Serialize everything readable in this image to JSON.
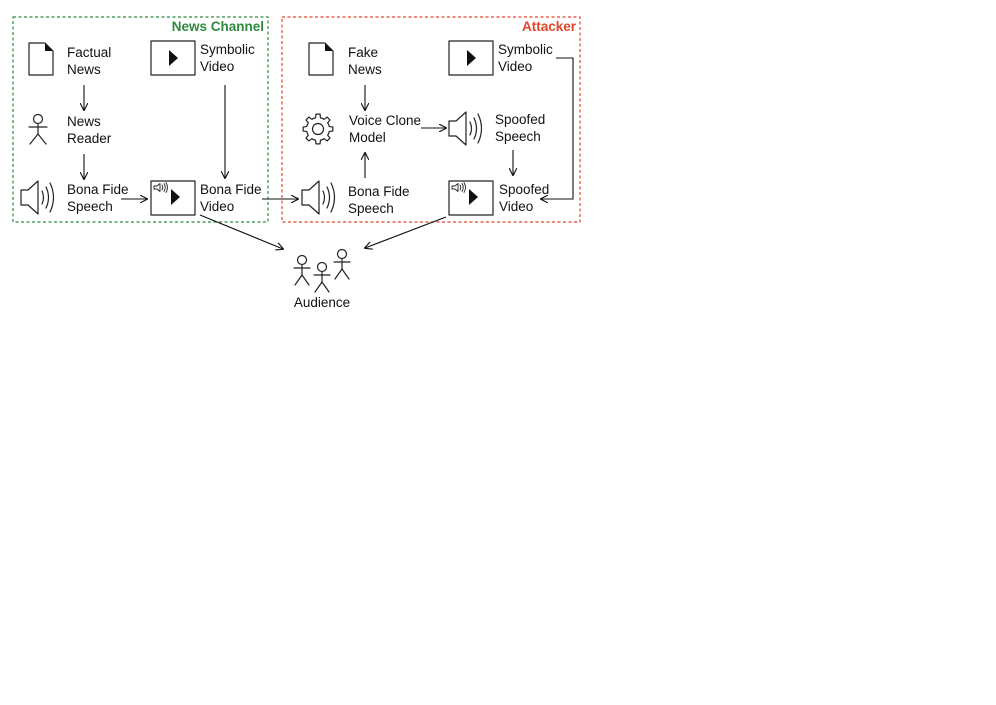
{
  "colors": {
    "news": "#2f8a3e",
    "attacker": "#e0462a",
    "ink": "#111111"
  },
  "groups": {
    "news_channel": "News Channel",
    "attacker": "Attacker"
  },
  "nodes": {
    "factual_news": [
      "Factual",
      "News"
    ],
    "news_symbolic_video": [
      "Symbolic",
      "Video"
    ],
    "news_reader": [
      "News",
      "Reader"
    ],
    "news_bona_fide_speech": [
      "Bona Fide",
      "Speech"
    ],
    "news_bona_fide_video": [
      "Bona Fide",
      "Video"
    ],
    "fake_news": [
      "Fake",
      "News"
    ],
    "attacker_symbolic_video": [
      "Symbolic",
      "Video"
    ],
    "voice_clone_model": [
      "Voice Clone",
      "Model"
    ],
    "spoofed_speech": [
      "Spoofed",
      "Speech"
    ],
    "attacker_bona_fide_speech": [
      "Bona Fide",
      "Speech"
    ],
    "spoofed_video": [
      "Spoofed",
      "Video"
    ],
    "audience": "Audience"
  },
  "icons": {
    "document": "document-icon",
    "video": "video-play-icon",
    "person": "person-icon",
    "speaker": "speaker-icon",
    "gear": "gear-icon",
    "audience": "audience-icon"
  }
}
